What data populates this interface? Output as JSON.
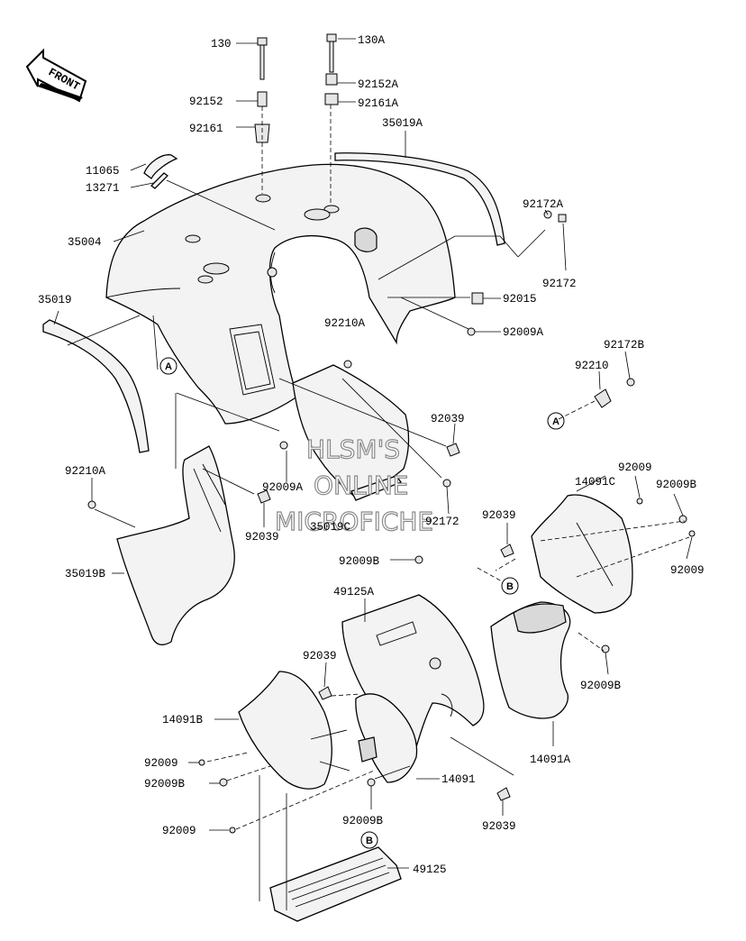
{
  "front_label": "FRONT",
  "watermark": [
    "HLSM'S",
    "ONLINE",
    "MICROFICHE"
  ],
  "ref_markers": {
    "A": "A",
    "B": "B"
  },
  "labels": {
    "p130": "130",
    "p130A": "130A",
    "p92152": "92152",
    "p92152A": "92152A",
    "p92161": "92161",
    "p92161A": "92161A",
    "p35019A": "35019A",
    "p11065": "11065",
    "p13271": "13271",
    "p35004": "35004",
    "p92172A": "92172A",
    "p92172": "92172",
    "p92015": "92015",
    "p35019": "35019",
    "p92009A_r": "92009A",
    "p92210A": "92210A",
    "p92172B": "92172B",
    "p92210": "92210",
    "p92039_a": "92039",
    "p92210A_b": "92210A",
    "p92009A_b": "92009A",
    "p92039_b": "92039",
    "p35019C": "35019C",
    "p92172_b": "92172",
    "p14091C": "14091C",
    "p92009_a": "92009",
    "p92009B_a": "92009B",
    "p92039_c": "92039",
    "p92009_b": "92009",
    "p35019B": "35019B",
    "p92009B_b": "92009B",
    "p49125A": "49125A",
    "p92039_d": "92039",
    "p92009B_c": "92009B",
    "p14091B": "14091B",
    "p14091A": "14091A",
    "p92009_c": "92009",
    "p92009B_d": "92009B",
    "p14091": "14091",
    "p92009B_e": "92009B",
    "p92039_e": "92039",
    "p92009_d": "92009",
    "p49125": "49125"
  }
}
